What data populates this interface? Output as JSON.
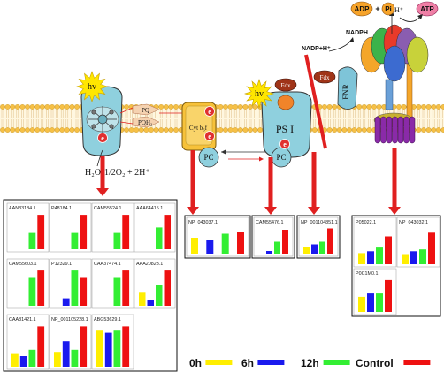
{
  "colors": {
    "h0": "#ffee00",
    "h6": "#1a1aee",
    "h12": "#33ee33",
    "control": "#ee1111",
    "membrane_head": "#f6c046",
    "arrow": "#e02020",
    "psii": "#8fd0de",
    "psi": "#8fd0de",
    "cytb6f": "#f7c23a",
    "fnr": "#7ec4d8",
    "atp_synthase_f1": [
      "#f4a62a",
      "#3cb34a",
      "#e83a2a",
      "#8a5db0",
      "#c8d23a",
      "#3c6bd0"
    ],
    "atp_synthase_fo": "#8a2aa8",
    "fdx": "#a03418",
    "sun": "#ffe600"
  },
  "labels": {
    "hv_left": "hv",
    "hv_right": "hv",
    "water": "H₂O",
    "oxygen": "1/2O₂ + 2H⁺",
    "pq": "PQ",
    "pqh2": "PQH₂",
    "cyt": "Cyt b₆f",
    "pc_left": "PC",
    "pc_right": "PC",
    "psi": "PS I",
    "fdx_top": "Fdx",
    "fdx_side": "Fdx",
    "fnr": "FNR",
    "nadp": "NADP+H⁺",
    "nadph": "NADPH",
    "adp": "ADP",
    "plus": "+",
    "pi": "Pi",
    "atp": "ATP",
    "h_plus": "H⁺",
    "e": "e"
  },
  "legend": [
    {
      "label": "0h",
      "color": "#ffee00"
    },
    {
      "label": "6h",
      "color": "#1a1aee"
    },
    {
      "label": "12h",
      "color": "#33ee33"
    },
    {
      "label": "Control",
      "color": "#ee1111"
    }
  ],
  "chart_data": [
    {
      "type": "bar",
      "title": "AAN33184.1",
      "categories": [
        "0h",
        "6h",
        "12h",
        "Control"
      ],
      "values": [
        0,
        0,
        0.45,
        0.95
      ]
    },
    {
      "type": "bar",
      "title": "P48184.1",
      "categories": [
        "0h",
        "6h",
        "12h",
        "Control"
      ],
      "values": [
        0,
        0,
        0.45,
        0.95
      ]
    },
    {
      "type": "bar",
      "title": "CAM55524.1",
      "categories": [
        "0h",
        "6h",
        "12h",
        "Control"
      ],
      "values": [
        0,
        0,
        0.45,
        0.95
      ]
    },
    {
      "type": "bar",
      "title": "AAA64415.1",
      "categories": [
        "0h",
        "6h",
        "12h",
        "Control"
      ],
      "values": [
        0,
        0,
        0.6,
        0.95
      ]
    },
    {
      "type": "bar",
      "title": "CAM55603.1",
      "categories": [
        "0h",
        "6h",
        "12h",
        "Control"
      ],
      "values": [
        0,
        0,
        0.75,
        0.95
      ]
    },
    {
      "type": "bar",
      "title": "P12329.1",
      "categories": [
        "0h",
        "6h",
        "12h",
        "Control"
      ],
      "values": [
        0,
        0.2,
        0.95,
        0.75
      ]
    },
    {
      "type": "bar",
      "title": "CAA37474.1",
      "categories": [
        "0h",
        "6h",
        "12h",
        "Control"
      ],
      "values": [
        0,
        0,
        0.75,
        0.95
      ]
    },
    {
      "type": "bar",
      "title": "AAA20823.1",
      "categories": [
        "0h",
        "6h",
        "12h",
        "Control"
      ],
      "values": [
        0.35,
        0.15,
        0.55,
        0.95
      ]
    },
    {
      "type": "bar",
      "title": "CAA81421.1",
      "categories": [
        "0h",
        "6h",
        "12h",
        "Control"
      ],
      "values": [
        0.3,
        0.25,
        0.4,
        0.95
      ]
    },
    {
      "type": "bar",
      "title": "NP_001105228.1",
      "categories": [
        "0h",
        "6h",
        "12h",
        "Control"
      ],
      "values": [
        0.35,
        0.6,
        0.4,
        0.95
      ]
    },
    {
      "type": "bar",
      "title": "ABG53629.1",
      "categories": [
        "0h",
        "6h",
        "12h",
        "Control"
      ],
      "values": [
        0.85,
        0.8,
        0.85,
        0.95
      ]
    },
    {
      "type": "bar",
      "title": "NP_043037.1",
      "categories": [
        "0h",
        "6h",
        "12h",
        "Control"
      ],
      "values": [
        0.6,
        0.5,
        0.75,
        0.8
      ]
    },
    {
      "type": "bar",
      "title": "CAM55476.1",
      "categories": [
        "0h",
        "6h",
        "12h",
        "Control"
      ],
      "values": [
        0,
        0.1,
        0.45,
        0.9
      ]
    },
    {
      "type": "bar",
      "title": "NP_001104851.1",
      "categories": [
        "0h",
        "6h",
        "12h",
        "Control"
      ],
      "values": [
        0.25,
        0.35,
        0.45,
        0.95
      ]
    },
    {
      "type": "bar",
      "title": "P05022.1",
      "categories": [
        "0h",
        "6h",
        "12h",
        "Control"
      ],
      "values": [
        0.3,
        0.35,
        0.45,
        0.75
      ]
    },
    {
      "type": "bar",
      "title": "NP_043032.1",
      "categories": [
        "0h",
        "6h",
        "12h",
        "Control"
      ],
      "values": [
        0.25,
        0.35,
        0.4,
        0.85
      ]
    },
    {
      "type": "bar",
      "title": "P0C1M0.1",
      "categories": [
        "0h",
        "6h",
        "12h",
        "Control"
      ],
      "values": [
        0.45,
        0.55,
        0.55,
        0.95
      ]
    }
  ]
}
